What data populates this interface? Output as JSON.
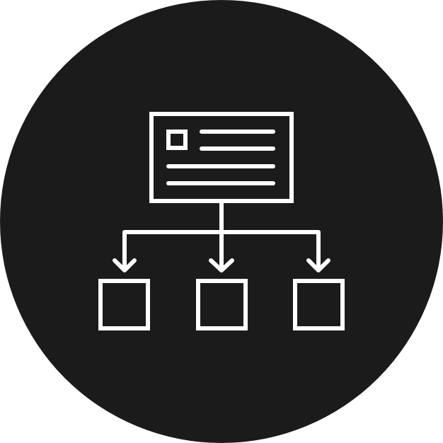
{
  "icon": {
    "name": "hierarchy-distribution-icon",
    "background_color": "#1c1b1c",
    "stroke_color": "#ffffff",
    "parent": "document-card",
    "children": [
      "child-box-left",
      "child-box-middle",
      "child-box-right"
    ]
  }
}
